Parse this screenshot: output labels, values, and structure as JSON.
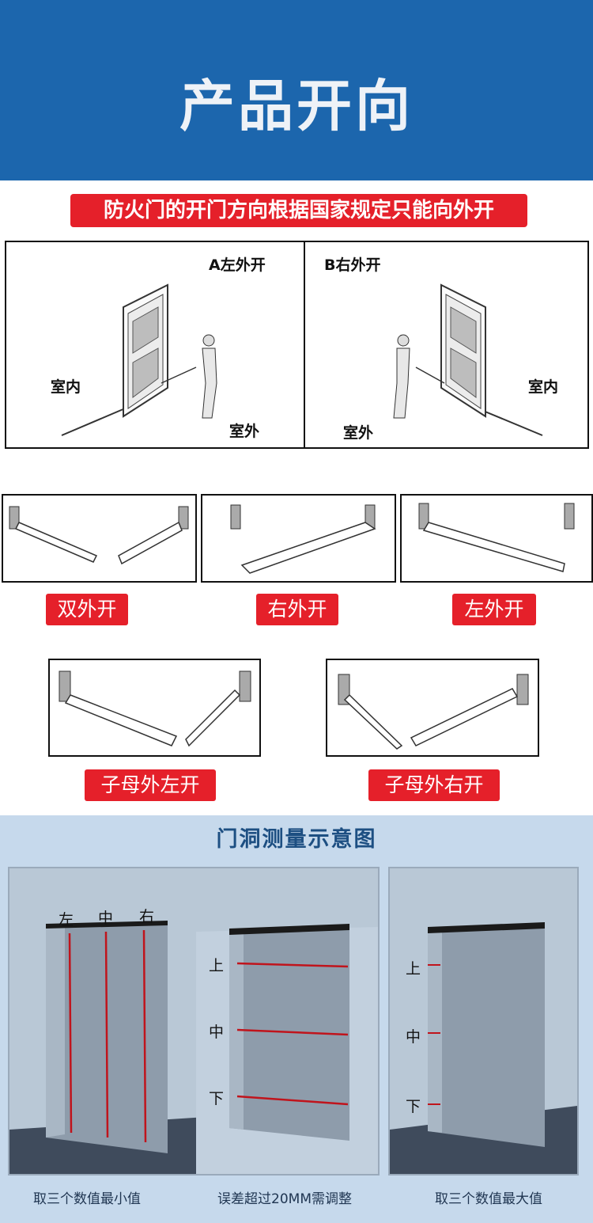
{
  "header": {
    "title": "产品开向"
  },
  "notice": {
    "text": "防火门的开门方向根据国家规定只能向外开"
  },
  "scene": {
    "left": {
      "title": "A左外开",
      "inside": "室内",
      "outside": "室外"
    },
    "right": {
      "title": "B右外开",
      "inside": "室内",
      "outside": "室外"
    }
  },
  "swing_types": [
    "双外开",
    "右外开",
    "左外开",
    "子母外左开",
    "子母外右开"
  ],
  "measure": {
    "title": "门洞测量示意图",
    "panel1": {
      "labels": [
        "左",
        "中",
        "右"
      ],
      "caption": "取三个数值最小值"
    },
    "panel2": {
      "labels": [
        "上",
        "中",
        "下"
      ],
      "caption": "误差超过20MM需调整"
    },
    "panel3": {
      "labels": [
        "上",
        "中",
        "下"
      ],
      "caption": "取三个数值最大值"
    }
  },
  "colors": {
    "header_bg": "#1c66ad",
    "accent_red": "#e5202a",
    "measure_bg": "#c6d9ec",
    "arrow": "#c0141c"
  }
}
